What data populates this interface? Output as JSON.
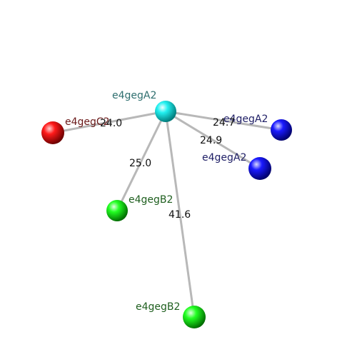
{
  "nodes": [
    {
      "id": "hub",
      "label": "e4gegA2",
      "color": "#00e5e5",
      "label_color": "#2f6f6f"
    },
    {
      "id": "red",
      "label": "e4gegC2",
      "color": "#ff0000",
      "label_color": "#6b1a1a"
    },
    {
      "id": "blue1",
      "label": "e4gegA2",
      "color": "#0000ff",
      "label_color": "#1f1f66"
    },
    {
      "id": "blue2",
      "label": "e4gegA2",
      "color": "#0000ff",
      "label_color": "#1f1f66"
    },
    {
      "id": "green1",
      "label": "e4gegB2",
      "color": "#00ee00",
      "label_color": "#1f5f1f"
    },
    {
      "id": "green2",
      "label": "e4gegB2",
      "color": "#00ee00",
      "label_color": "#1f5f1f"
    }
  ],
  "edges": [
    {
      "from": "hub",
      "to": "red",
      "label": "24.0"
    },
    {
      "from": "hub",
      "to": "blue1",
      "label": "24.7"
    },
    {
      "from": "hub",
      "to": "blue2",
      "label": "24.9"
    },
    {
      "from": "hub",
      "to": "green1",
      "label": "25.0"
    },
    {
      "from": "hub",
      "to": "green2",
      "label": "41.6"
    }
  ]
}
